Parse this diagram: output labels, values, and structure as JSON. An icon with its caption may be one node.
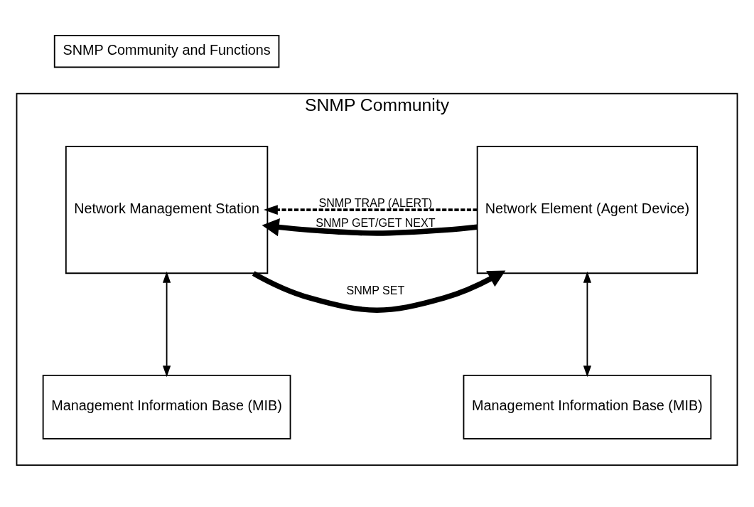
{
  "diagram": {
    "nodes": [
      {
        "text": [
          "SNMP Community"
        ]
      },
      {
        "text": [
          "Management Information Base (MIB)"
        ],
        "in": 0
      },
      {
        "text": [
          "Management Information Base (MIB)"
        ],
        "in": 0
      },
      {
        "text": [
          "Network Management Station"
        ],
        "in": 0
      },
      {
        "text": [
          "Network Element (Agent Device)"
        ],
        "in": 0
      },
      {
        "text": [
          "SNMP Community and Functions"
        ]
      }
    ],
    "edges": [
      {
        "from": 1,
        "to": 3,
        "arrow": "both"
      },
      {
        "from": 2,
        "to": 4,
        "arrow": "both"
      },
      {
        "from": 3,
        "to": 4,
        "arrow": "to",
        "label": "SNMP SET",
        "style": "thick"
      },
      {
        "from": 4,
        "to": 3,
        "arrow": "to",
        "label": "SNMP GET/GET NEXT",
        "style": "thick"
      },
      {
        "from": 4,
        "to": 3,
        "arrow": "to",
        "label": "SNMP TRAP (ALERT)",
        "style": "dashed"
      }
    ]
  }
}
